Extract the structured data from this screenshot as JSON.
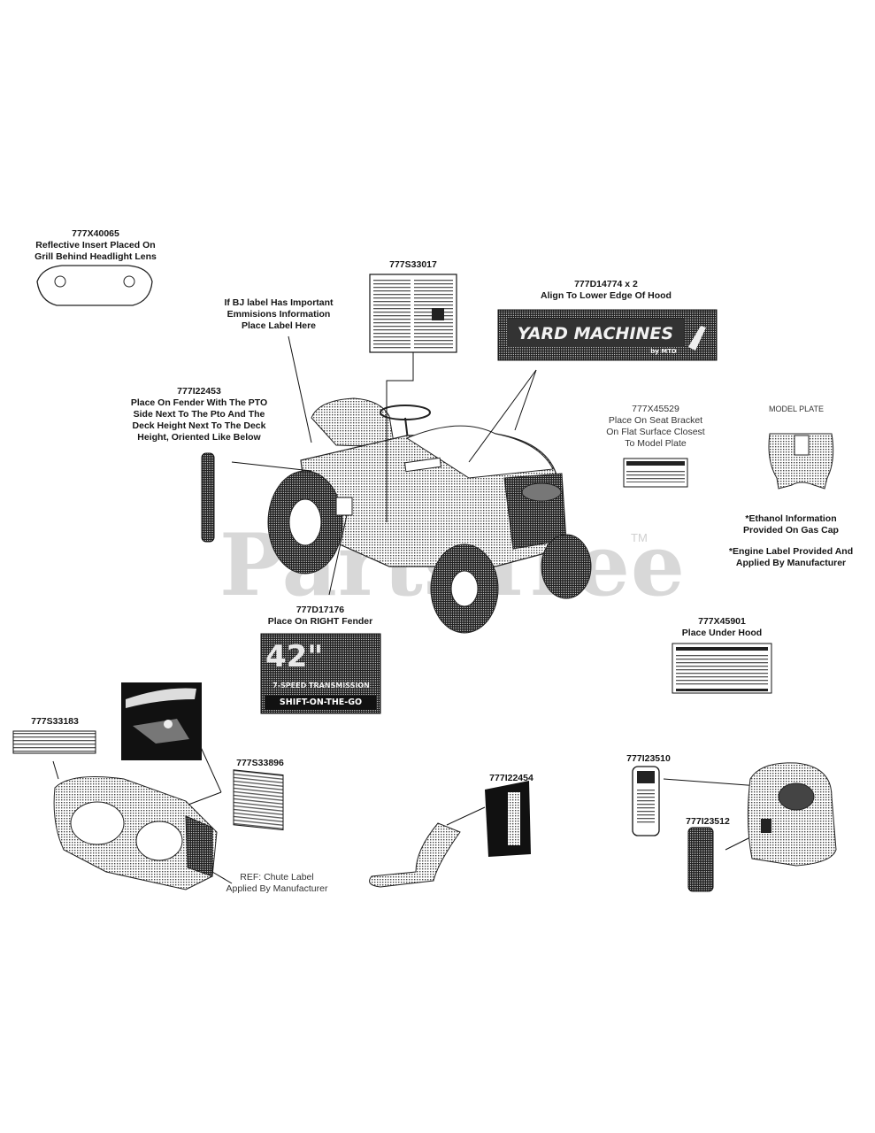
{
  "watermark": {
    "text": "PartsTree",
    "tm": "TM"
  },
  "callouts": {
    "c1": [
      "777X40065",
      "Reflective Insert Placed On",
      "Grill Behind Headlight Lens"
    ],
    "c2": [
      "777S33017"
    ],
    "c3": [
      "If BJ label Has Important",
      "Emmisions Information",
      "Place Label Here"
    ],
    "c4": [
      "777D14774 x 2",
      "Align To Lower Edge Of Hood"
    ],
    "c5": [
      "777I22453",
      "Place On Fender With The PTO",
      "Side Next To The Pto And The",
      "Deck Height Next To The Deck",
      "Height, Oriented Like Below"
    ],
    "c6": [
      "777X45529",
      "Place On Seat Bracket",
      "On Flat Surface Closest",
      "To Model Plate"
    ],
    "c7": [
      "MODEL PLATE"
    ],
    "c8": [
      "*Ethanol Information",
      "Provided On Gas Cap"
    ],
    "c9": [
      "*Engine Label Provided And",
      "Applied By Manufacturer"
    ],
    "c10": [
      "777D17176",
      "Place On RIGHT Fender"
    ],
    "c11": [
      "777X45901",
      "Place Under Hood"
    ],
    "c12": [
      "777S33183"
    ],
    "c13": [
      "777S33896"
    ],
    "c14": [
      "777I22454"
    ],
    "c15": [
      "777I23510"
    ],
    "c16": [
      "777I23512"
    ],
    "c17": [
      "REF: Chute Label",
      "Applied By Manufacturer"
    ]
  },
  "decals": {
    "yard_machines": "YARD MACHINES",
    "yard_machines_sub": "by MTD",
    "size": "42\"",
    "speed": "7-SPEED TRANSMISSION",
    "shift": "SHIFT-ON-THE-GO"
  }
}
